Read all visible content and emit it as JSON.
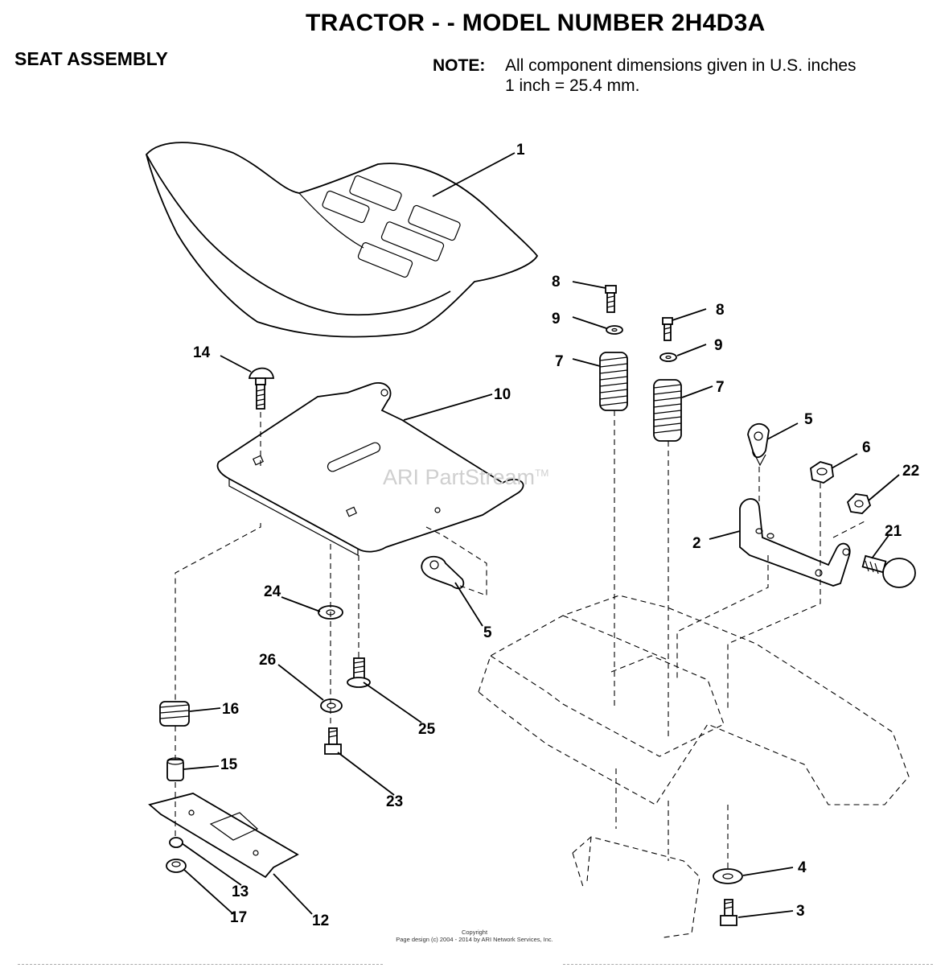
{
  "title": "TRACTOR - - MODEL NUMBER 2H4D3A",
  "section": "SEAT ASSEMBLY",
  "note": {
    "label": "NOTE:",
    "line1": "All component dimensions given in U.S. inches",
    "line2": "1 inch = 25.4 mm."
  },
  "watermark": {
    "text": "ARI PartStream",
    "mark": "TM"
  },
  "copyright": {
    "line1": "Copyright",
    "line2": "Page design (c) 2004 - 2014 by ARI Network Services, Inc."
  },
  "callouts": {
    "c1": "1",
    "c2": "2",
    "c3": "3",
    "c4": "4",
    "c5a": "5",
    "c5b": "5",
    "c6": "6",
    "c7a": "7",
    "c7b": "7",
    "c8a": "8",
    "c8b": "8",
    "c9a": "9",
    "c9b": "9",
    "c10": "10",
    "c12": "12",
    "c13": "13",
    "c14": "14",
    "c15": "15",
    "c16": "16",
    "c17": "17",
    "c21": "21",
    "c22": "22",
    "c23": "23",
    "c24": "24",
    "c25": "25",
    "c26": "26"
  }
}
